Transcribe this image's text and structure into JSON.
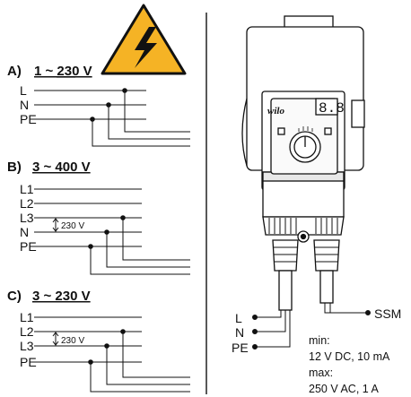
{
  "warning_icon": "high-voltage-warning-icon",
  "brand": "wilo",
  "display": "8.8",
  "sections": [
    {
      "letter": "A)",
      "supply": "1 ~ 230 V",
      "lines": [
        "L",
        "N",
        "PE"
      ]
    },
    {
      "letter": "B)",
      "supply": "3 ~ 400 V",
      "lines": [
        "L1",
        "L2",
        "L3",
        "N",
        "PE"
      ],
      "voltage_note": "230 V"
    },
    {
      "letter": "C)",
      "supply": "3 ~ 230 V",
      "lines": [
        "L1",
        "L2",
        "L3",
        "PE"
      ],
      "voltage_note": "230 V"
    }
  ],
  "pump_terminals": [
    "L",
    "N",
    "PE"
  ],
  "ssm": {
    "label": "SSM",
    "min_label": "min:",
    "min_value": "12 V DC, 10 mA",
    "max_label": "max:",
    "max_value": "250 V AC, 1 A"
  }
}
